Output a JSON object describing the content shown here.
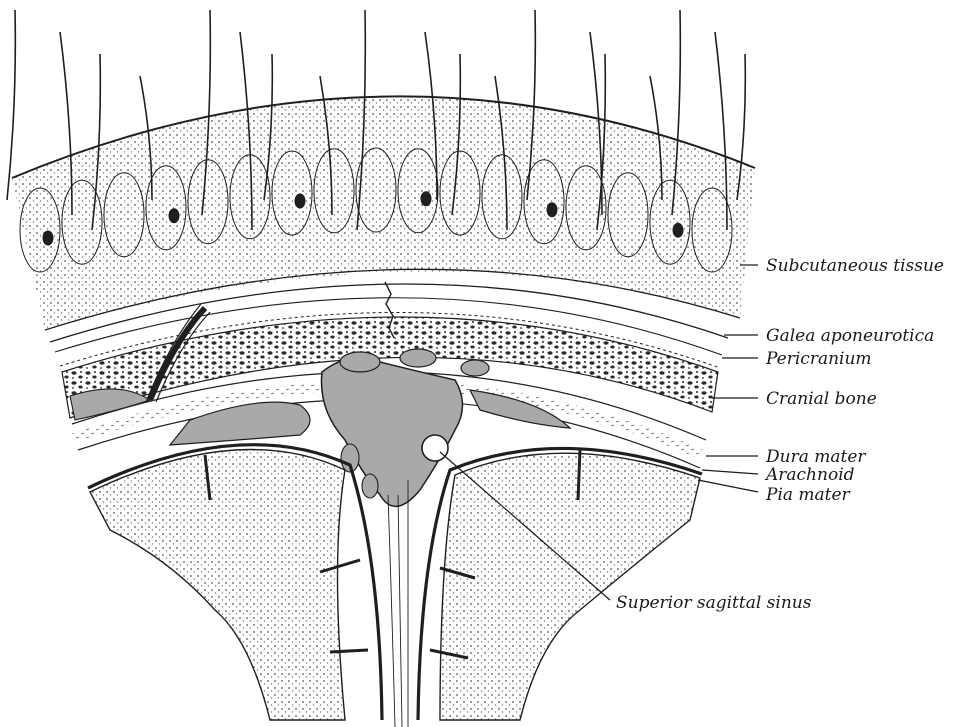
{
  "figure": {
    "labels": [
      {
        "key": "subcutaneous",
        "text": "Subcutaneous tissue"
      },
      {
        "key": "galea",
        "text": "Galea aponeurotica"
      },
      {
        "key": "pericranium",
        "text": "Pericranium"
      },
      {
        "key": "bone",
        "text": "Cranial bone"
      },
      {
        "key": "dura",
        "text": "Dura mater"
      },
      {
        "key": "arachnoid",
        "text": "Arachnoid"
      },
      {
        "key": "pia",
        "text": "Pia mater"
      },
      {
        "key": "sinus",
        "text": "Superior sagittal sinus"
      }
    ],
    "colors": {
      "ink": "#1f1f1f",
      "sinus_fill": "#a9a9a9",
      "paper": "#ffffff"
    }
  }
}
